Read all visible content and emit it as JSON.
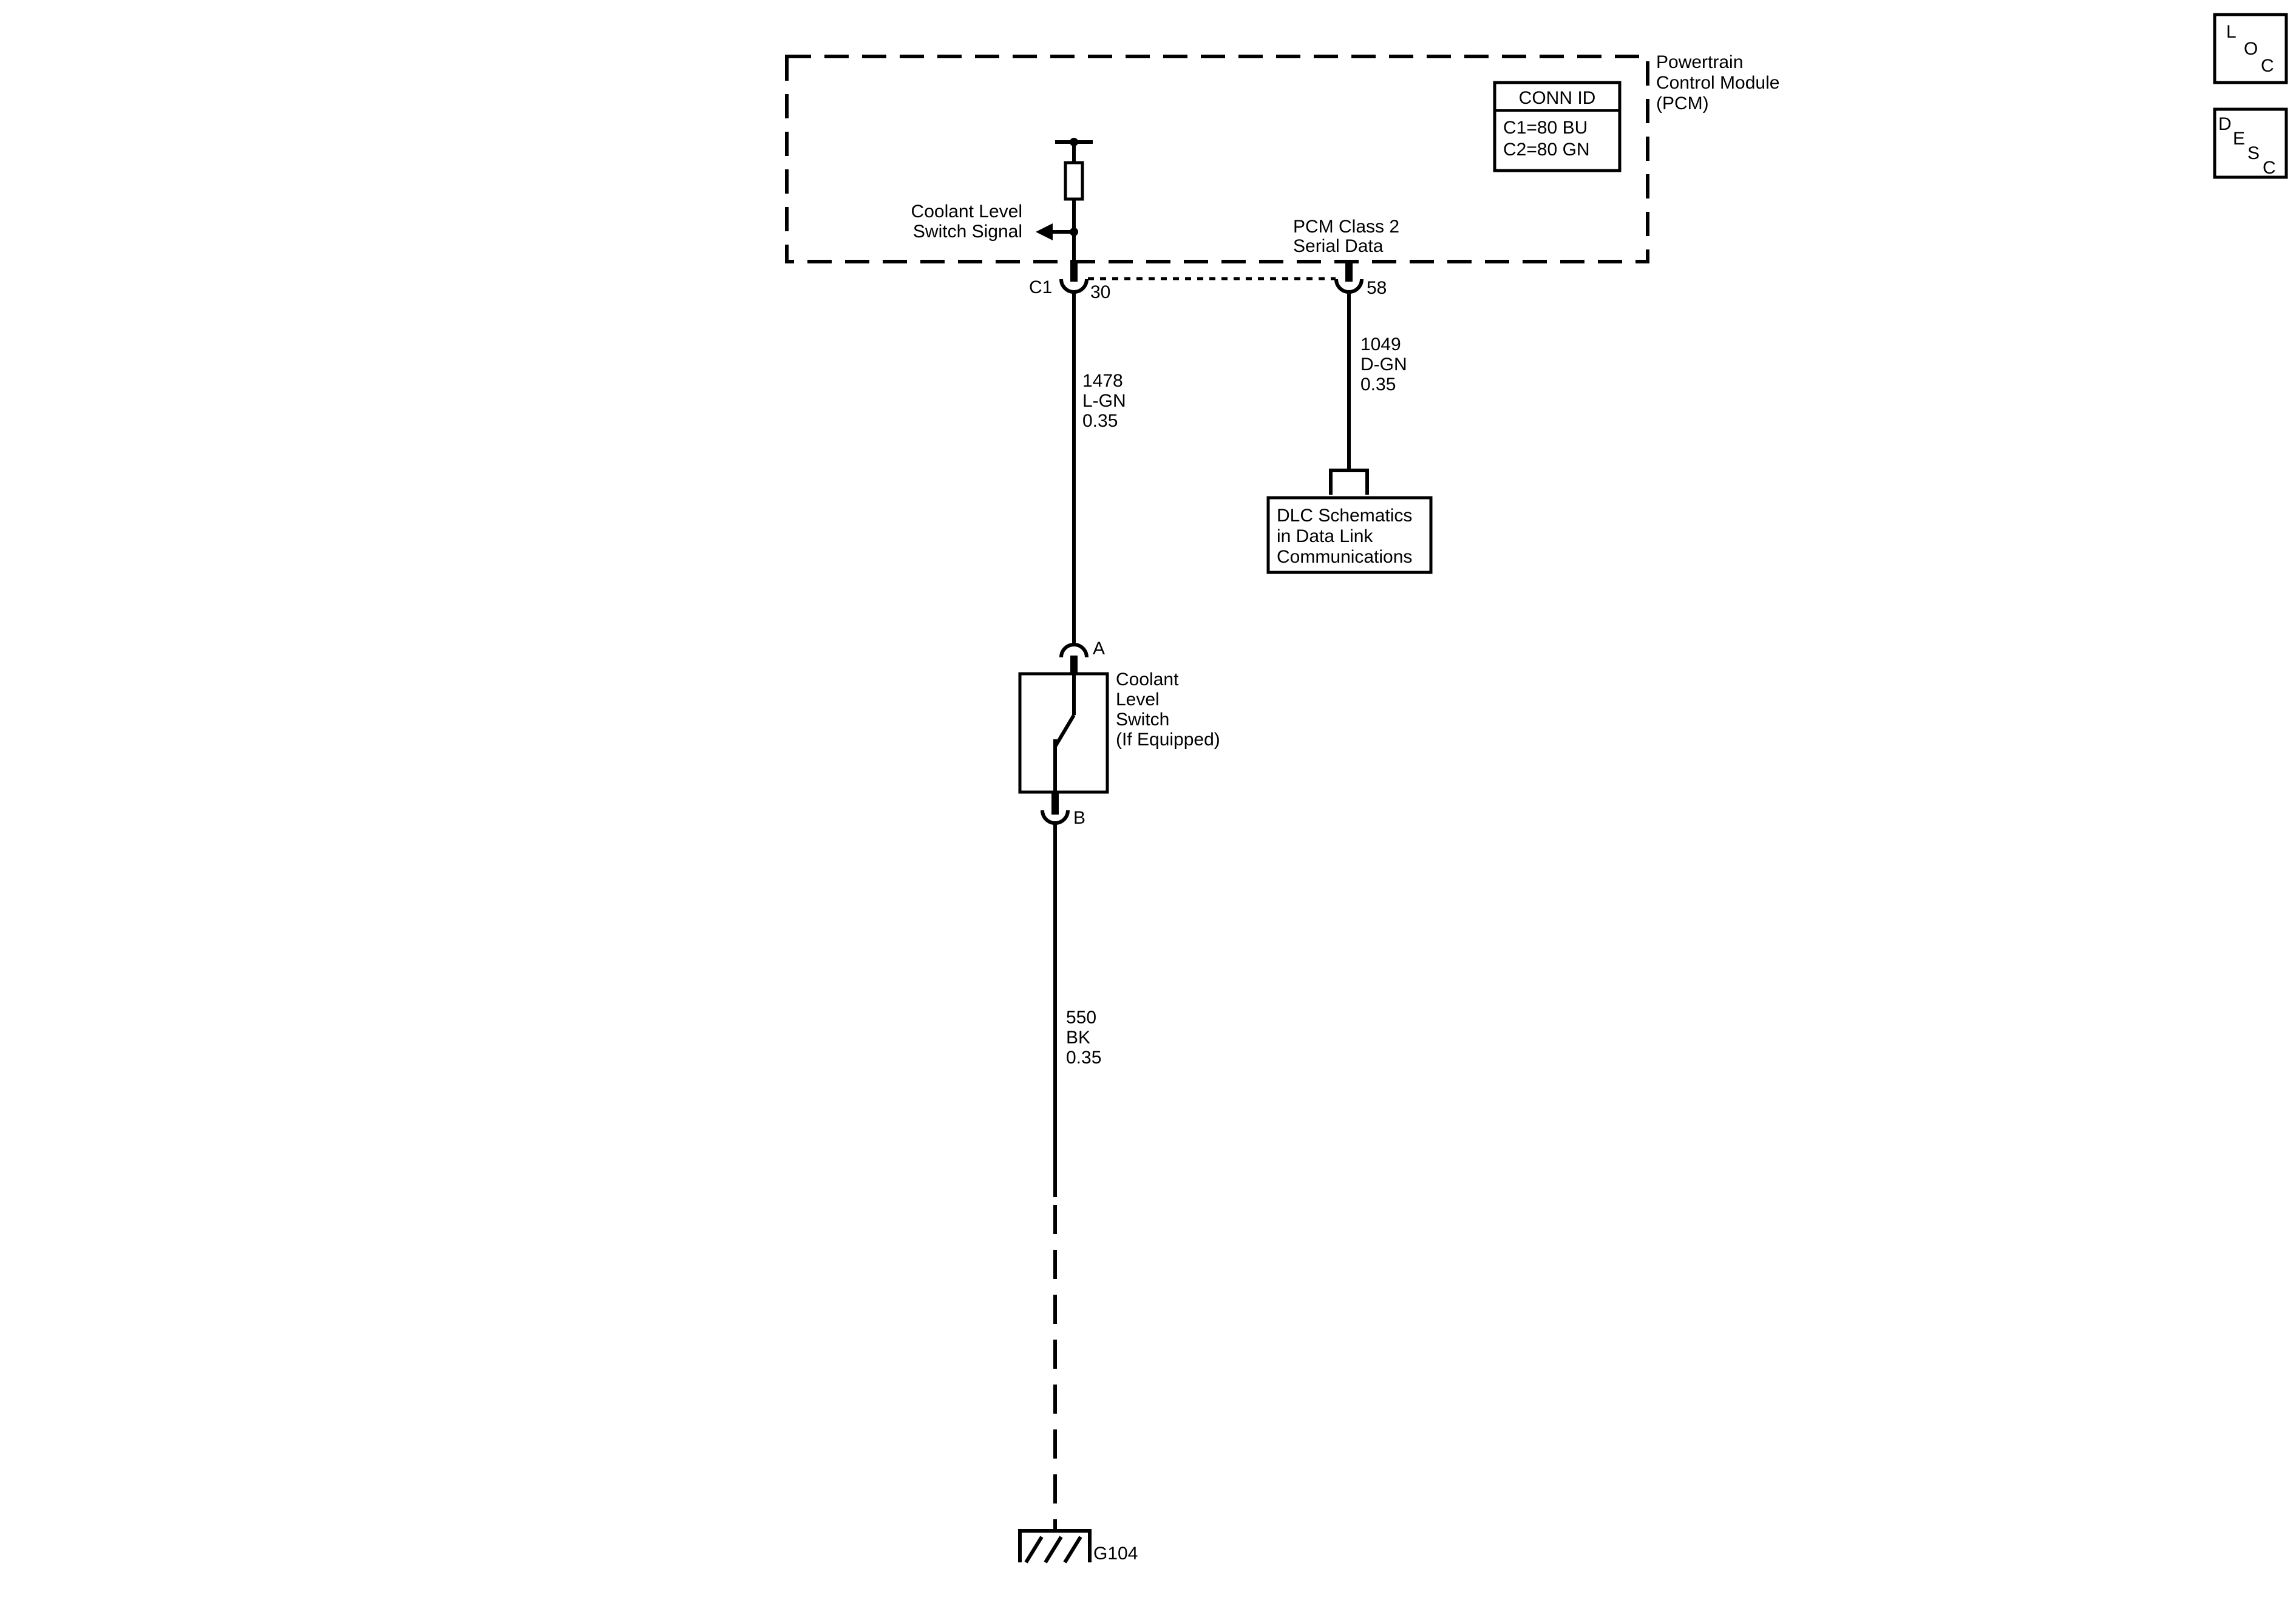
{
  "pcm": {
    "name_lines": [
      "Powertrain",
      "Control Module",
      "(PCM)"
    ],
    "conn_id": {
      "title": "CONN ID",
      "rows": [
        "C1=80 BU",
        "C2=80 GN"
      ]
    },
    "signal_label_lines": [
      "Coolant Level",
      "Switch Signal"
    ],
    "serial_label_lines": [
      "PCM Class 2",
      "Serial Data"
    ]
  },
  "connectors": {
    "c1_label": "C1",
    "pin_30": "30",
    "pin_58": "58",
    "pin_a": "A",
    "pin_b": "B"
  },
  "wires": [
    {
      "circuit": "1478",
      "color": "L-GN",
      "gauge": "0.35"
    },
    {
      "circuit": "1049",
      "color": "D-GN",
      "gauge": "0.35"
    },
    {
      "circuit": "550",
      "color": "BK",
      "gauge": "0.35"
    }
  ],
  "dlc_box_lines": [
    "DLC Schematics",
    "in Data Link",
    "Communications"
  ],
  "switch_label_lines": [
    "Coolant",
    "Level",
    "Switch",
    "(If Equipped)"
  ],
  "ground_label": "G104",
  "nav_icons": [
    {
      "name": "loc-icon",
      "letters": [
        "L",
        "O",
        "C"
      ]
    },
    {
      "name": "desc-icon",
      "letters": [
        "D",
        "E",
        "S",
        "C"
      ]
    }
  ]
}
